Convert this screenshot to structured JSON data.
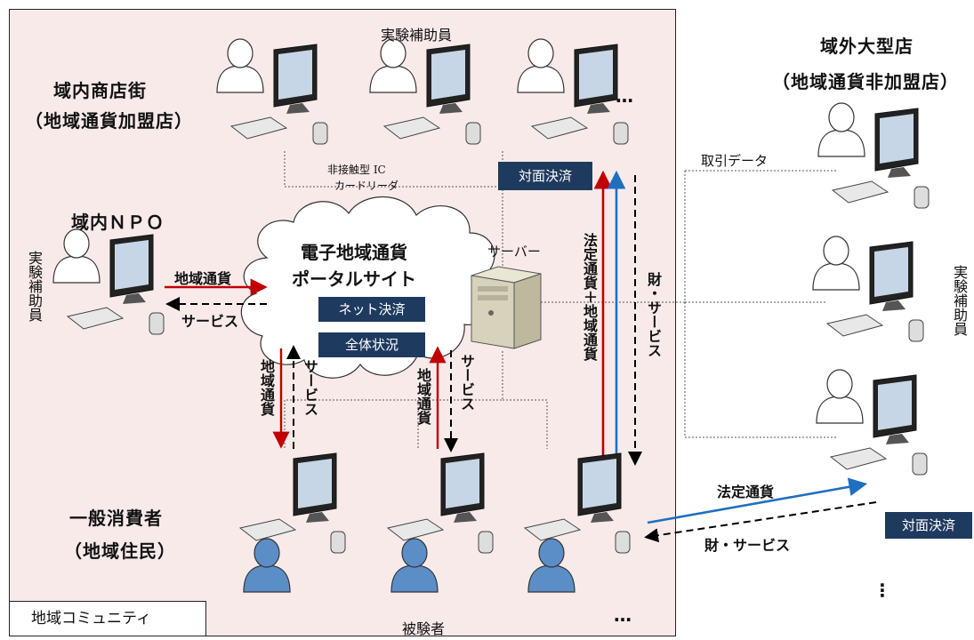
{
  "community": {
    "label": "地域コミュニティ"
  },
  "groups": {
    "local_shops_title": "域内商店街",
    "local_shops_sub": "（地域通貨加盟店）",
    "external_title": "域外大型店",
    "external_sub": "（地域通貨非加盟店）",
    "npo_title": "域内ＮＰＯ",
    "consumers_title": "一般消費者",
    "consumers_sub": "（地域住民）"
  },
  "roles": {
    "assistant_top": "実験補助員",
    "assistant_left": "実験補助員",
    "assistant_right": "実験補助員",
    "subjects": "被験者",
    "server": "サーバー",
    "card_reader_line1": "非接触型 IC",
    "card_reader_line2": "カードリーダ",
    "transaction_data": "取引データ"
  },
  "portal": {
    "title_line1": "電子地域通貨",
    "title_line2": "ポータルサイト",
    "net_payment": "ネット決済",
    "overall_status": "全体状況"
  },
  "boxes": {
    "face_payment_inner": "対面決済",
    "face_payment_outer": "対面決済"
  },
  "flows": {
    "npo_in": "地域通貨",
    "npo_out": "サービス",
    "consumer1_down": "地域通貨",
    "consumer1_up": "サービス",
    "consumer2_up": "地域通貨",
    "consumer2_down": "サービス",
    "mix_up": "法定通貨＋地域通貨",
    "goods_down": "財・サービス",
    "legal_out": "法定通貨",
    "goods_in": "財・サービス"
  },
  "ellipsis": {
    "top": "…",
    "bottom": "…",
    "right": "⋮"
  },
  "colors": {
    "community_bg": "#f9eaea",
    "box_bg": "#1f3a5f",
    "red_arrow": "#c00000",
    "blue_arrow": "#1f6fbf",
    "user_blue": "#5b8ec7"
  }
}
